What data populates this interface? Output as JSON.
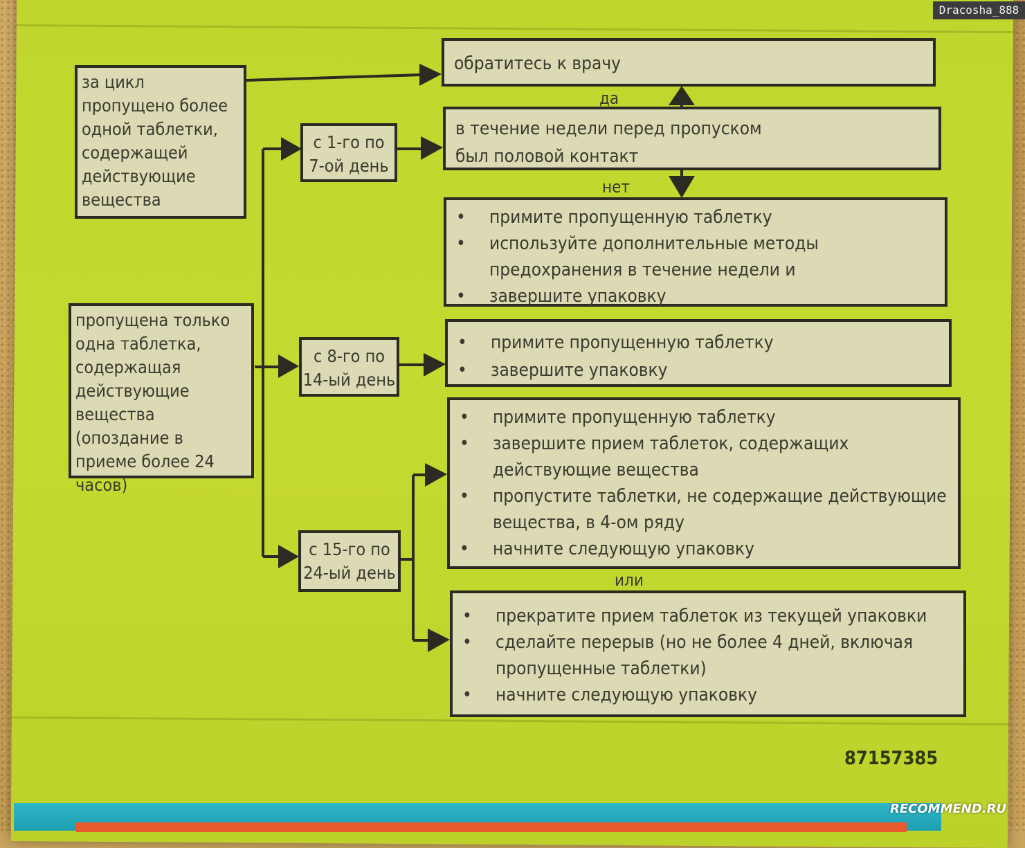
{
  "watermark": "Dracosha_888",
  "site_logo": "RECOMMEND.RU",
  "left": {
    "more_than_one": "за цикл пропущено более одной таблетки, содержащей действующие вещества",
    "only_one": "пропущена только одна таблетка, содержащая действующие вещества (опоздание в приеме более 24 часов)"
  },
  "days": {
    "d1": "с 1-го по 7-ой день",
    "d8": "с 8-го по 14-ый день",
    "d15": "с 15-го по 24-ый день"
  },
  "consult": "обратитесь к врачу",
  "contact_line1": "в течение недели перед пропуском",
  "contact_line2": "был половой контакт",
  "yes": "да",
  "no": "нет",
  "or": "или",
  "week1": [
    "примите пропущенную таблетку",
    "используйте дополнительные методы предохранения в течение недели и",
    "завершите упаковку"
  ],
  "week2": [
    "примите пропущенную таблетку",
    "завершите упаковку"
  ],
  "week3a": [
    "примите пропущенную таблетку",
    "завершите прием таблеток, содержащих действующие вещества",
    "пропустите таблетки, не содержащие действующие вещества, в 4-ом ряду",
    "начните следующую упаковку"
  ],
  "week3b": [
    "прекратите прием таблеток из текущей упаковки",
    "сделайте перерыв (но не более 4 дней, включая пропущенные таблетки)",
    "начните следующую упаковку"
  ],
  "code": "87157385"
}
